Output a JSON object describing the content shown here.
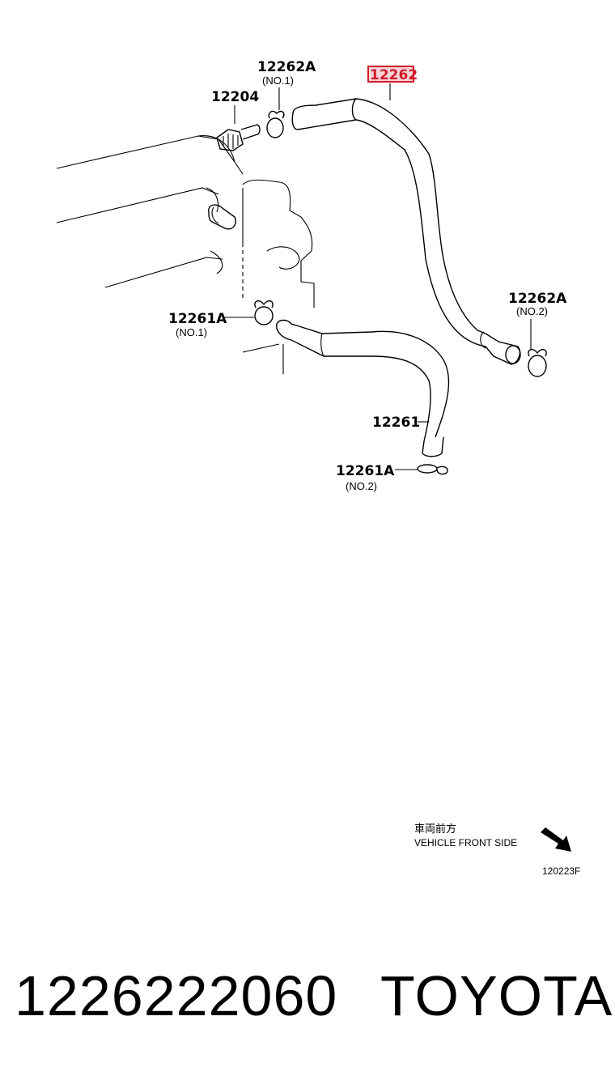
{
  "labels": {
    "part_12262A_no1": "12262A",
    "part_12262A_no1_sub": "(NO.1)",
    "part_12204": "12204",
    "part_12262": "12262",
    "part_12262A_no2": "12262A",
    "part_12262A_no2_sub": "(NO.2)",
    "part_12261A_no1": "12261A",
    "part_12261A_no1_sub": "(NO.1)",
    "part_12261": "12261",
    "part_12261A_no2": "12261A",
    "part_12261A_no2_sub": "(NO.2)",
    "front_side_jp": "車両前方",
    "front_side_en": "VEHICLE FRONT SIDE",
    "diagram_code": "120223F"
  },
  "highlight_color": "#d11a2a",
  "footer": {
    "part_number": "1226222060",
    "brand": "TOYOTA"
  }
}
